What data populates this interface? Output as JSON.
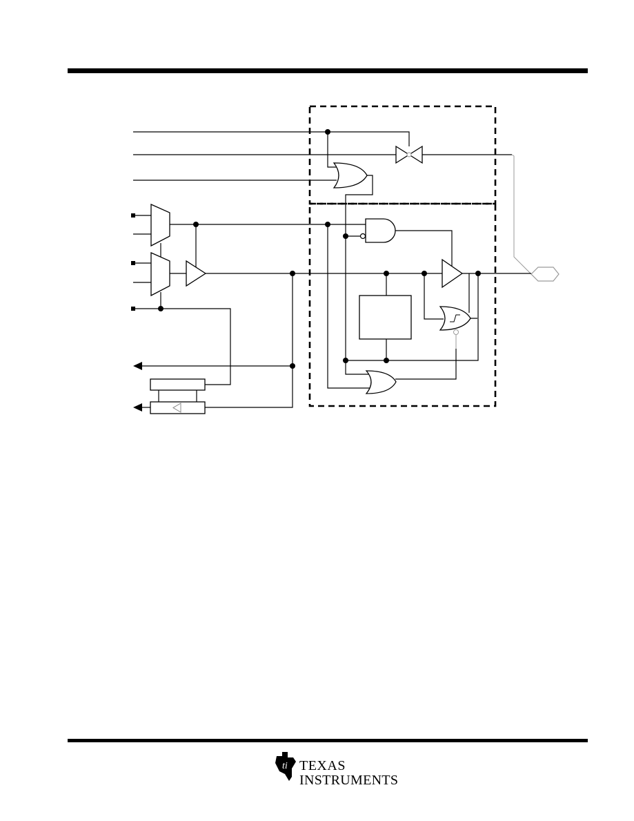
{
  "header": {
    "rule": "top"
  },
  "footer": {
    "logo_line1": "TEXAS",
    "logo_line2": "INSTRUMENTS",
    "logo_icon": "ti-state-logo-icon"
  },
  "colors": {
    "ink": "#000000",
    "gray_wire": "#9a9a9a",
    "paper": "#ffffff"
  }
}
